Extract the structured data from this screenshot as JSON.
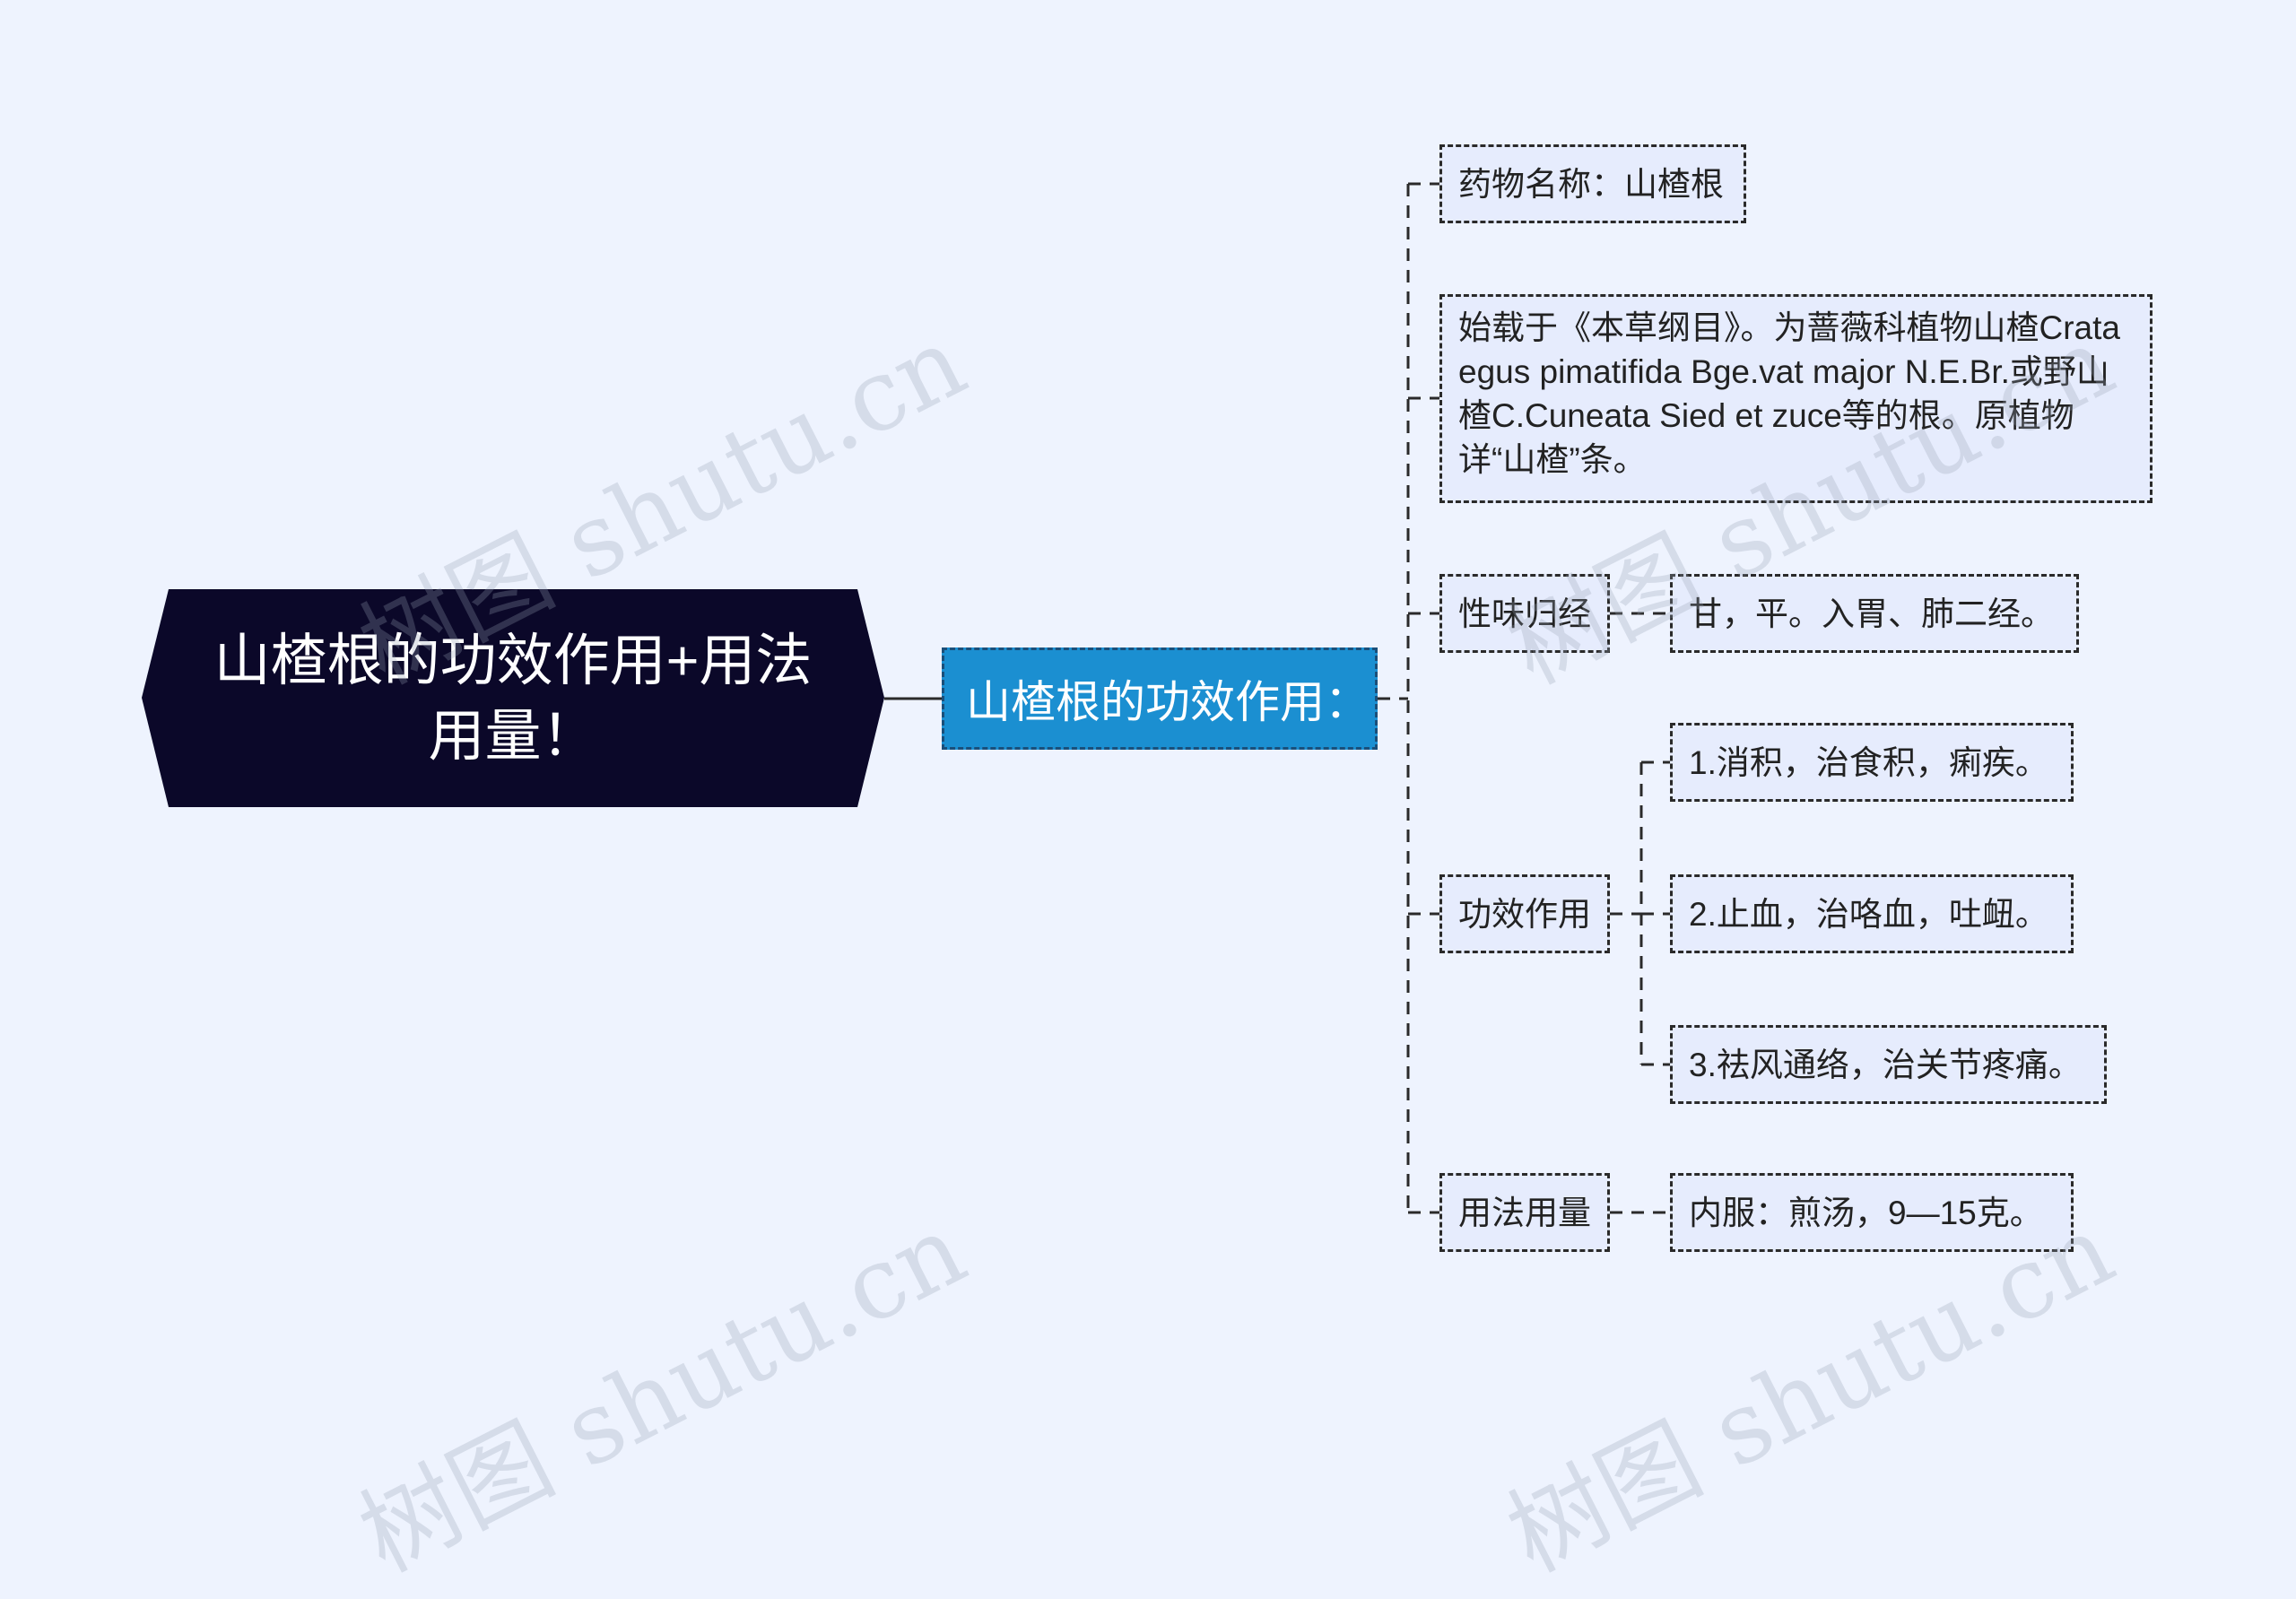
{
  "root": {
    "title": "山楂根的功效作用+用法用量！"
  },
  "branch": {
    "label": "山楂根的功效作用："
  },
  "items": {
    "drug_name": "药物名称：山楂根",
    "origin": "始载于《本草纲目》。为蔷薇科植物山楂Crataegus pimatifida Bge.vat major N.E.Br.或野山楂C.Cuneata Sied et zuce等的根。原植物详“山楂”条。",
    "nature": "性味归经",
    "nature_detail": "甘，平。入胃、肺二经。",
    "effects": "功效作用",
    "effect_1": "1.消积，治食积，痢疾。",
    "effect_2": "2.止血，治咯血，吐衄。",
    "effect_3": "3.祛风通络，治关节疼痛。",
    "usage": "用法用量",
    "usage_detail": "内服：煎汤，9—15克。"
  },
  "watermark": "树图 shutu.cn",
  "colors": {
    "background": "#eef3fe",
    "root_fill": "#0b0829",
    "branch_fill": "#1b8fd1",
    "leaf_fill": "#e6ecfd",
    "line": "#2a2a2a"
  }
}
